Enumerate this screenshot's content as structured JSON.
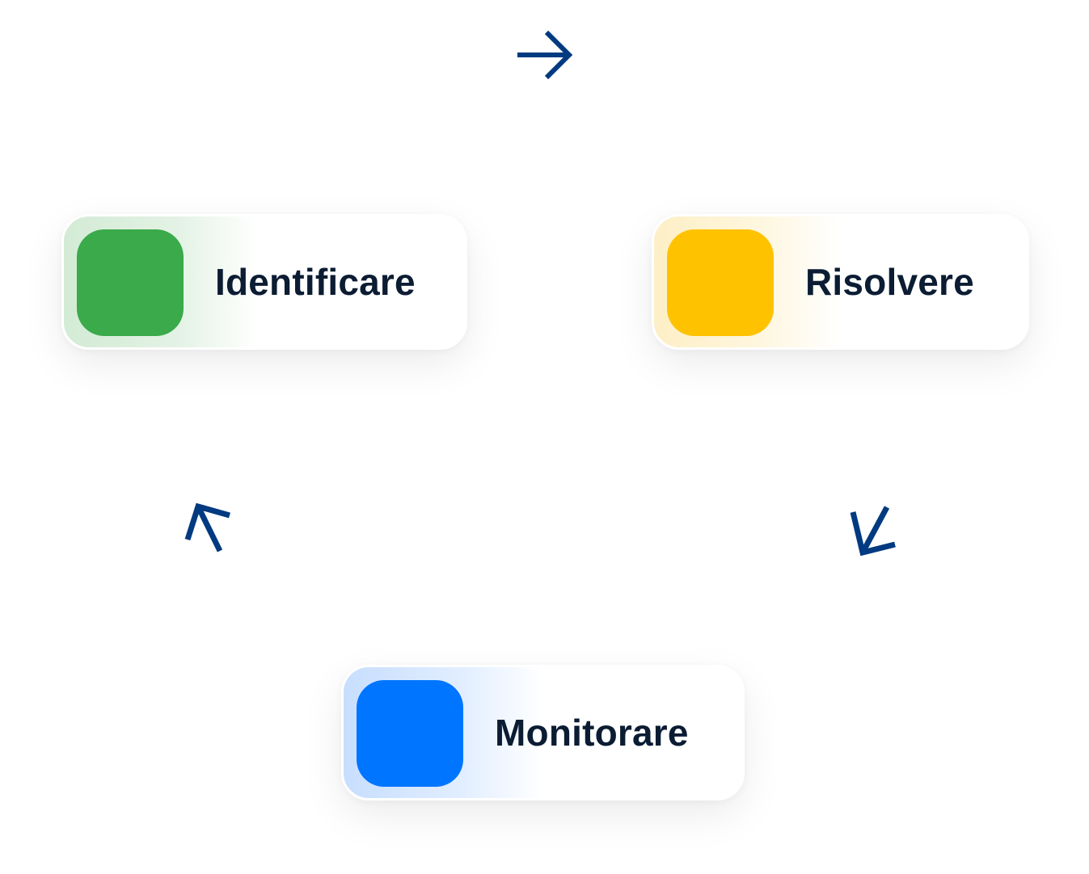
{
  "steps": [
    {
      "label": "Identificare",
      "color": "#3aaa4a"
    },
    {
      "label": "Risolvere",
      "color": "#ffc200"
    },
    {
      "label": "Monitorare",
      "color": "#0075ff"
    }
  ],
  "arrows": [
    {
      "from": "Identificare",
      "to": "Risolvere",
      "direction": "right"
    },
    {
      "from": "Risolvere",
      "to": "Monitorare",
      "direction": "down-left"
    },
    {
      "from": "Monitorare",
      "to": "Identificare",
      "direction": "up-left"
    }
  ],
  "colors": {
    "arrow": "#003a80",
    "text": "#0b1c33"
  }
}
